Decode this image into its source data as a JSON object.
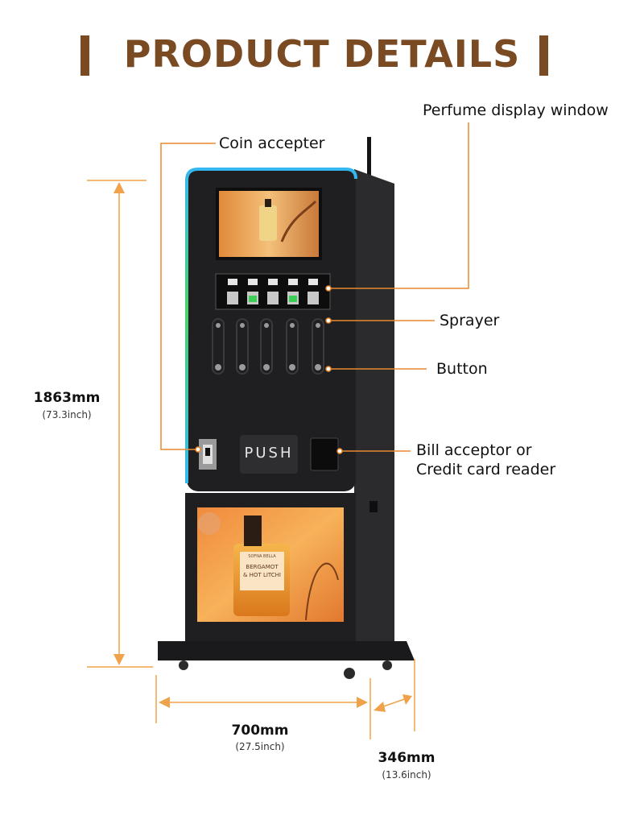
{
  "header": {
    "title": "PRODUCT DETAILS"
  },
  "callouts": {
    "perfume_display_window": "Perfume display window",
    "coin_accepter": "Coin accepter",
    "sprayer": "Sprayer",
    "button": "Button",
    "bill_acceptor_line1": "Bill acceptor or",
    "bill_acceptor_line2": "Credit card reader"
  },
  "machine": {
    "push_label": "PUSH",
    "bottom_screen_brand": "SOFNA BELLA",
    "bottom_screen_product_line1": "BERGAMOT",
    "bottom_screen_product_line2": "& HOT LITCHI"
  },
  "dimensions": {
    "height_mm": "1863mm",
    "height_inch": "(73.3inch)",
    "width_mm": "700mm",
    "width_inch": "(27.5inch)",
    "depth_mm": "346mm",
    "depth_inch": "(13.6inch)"
  },
  "colors": {
    "title_brown": "#7a4a22",
    "dimension_orange": "#f0a24a",
    "callout_line_orange": "#e8892e",
    "cabinet_black": "#1f1f21",
    "led_blue": "#35b8f0",
    "led_green": "#4bd16a"
  }
}
